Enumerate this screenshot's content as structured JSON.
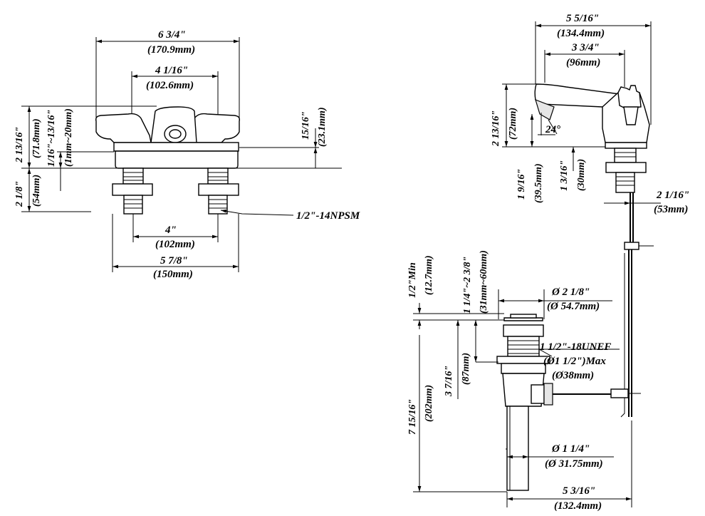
{
  "front_view": {
    "overall_width": "6 3/4\"",
    "overall_width_mm": "(170.9mm)",
    "handle_spacing": "4 1/16\"",
    "handle_spacing_mm": "(102.6mm)",
    "height_total": "2 13/16\"",
    "height_total_mm": "(71.8mm)",
    "gasket_range": "1/16\"~13/16\"",
    "gasket_range_mm": "(1mm~20mm)",
    "body_height": "15/16\"",
    "body_height_mm": "(23.1mm)",
    "shank_height": "2 1/8\"",
    "shank_height_mm": "(54mm)",
    "shank_spacing": "4\"",
    "shank_spacing_mm": "(102mm)",
    "base_width": "5 7/8\"",
    "base_width_mm": "(150mm)",
    "thread_callout": "1/2\"-14NPSM"
  },
  "side_view": {
    "depth": "5 5/16\"",
    "depth_mm": "(134.4mm)",
    "spout_reach": "3 3/4\"",
    "spout_reach_mm": "(96mm)",
    "height": "2 13/16\"",
    "height_mm": "(72mm)",
    "angle": "24°",
    "aerator_height": "1 9/16\"",
    "aerator_height_mm": "(39.5mm)",
    "base_height": "1 3/16\"",
    "base_height_mm": "(30mm)",
    "rod_offset": "2 1/16\"",
    "rod_offset_mm": "(53mm)"
  },
  "drain_view": {
    "min_clearance": "1/2\"Min",
    "min_clearance_mm": "(12.7mm)",
    "sink_thickness": "1 1/4\"~2 3/8\"",
    "sink_thickness_mm": "(31mm~60mm)",
    "flange_dia": "Ø 2 1/8\"",
    "flange_dia_mm": "(Ø 54.7mm)",
    "thread_callout": "1 1/2\"-18UNEF",
    "thread_max": "(Ø1 1/2\")Max",
    "thread_mm": "(Ø38mm)",
    "body_length": "3 7/16\"",
    "body_length_mm": "(87mm)",
    "total_length": "7 15/16\"",
    "total_length_mm": "(202mm)",
    "tail_dia": "Ø 1 1/4\"",
    "tail_dia_mm": "(Ø 31.75mm)",
    "rod_length": "5 3/16\"",
    "rod_length_mm": "(132.4mm)"
  }
}
